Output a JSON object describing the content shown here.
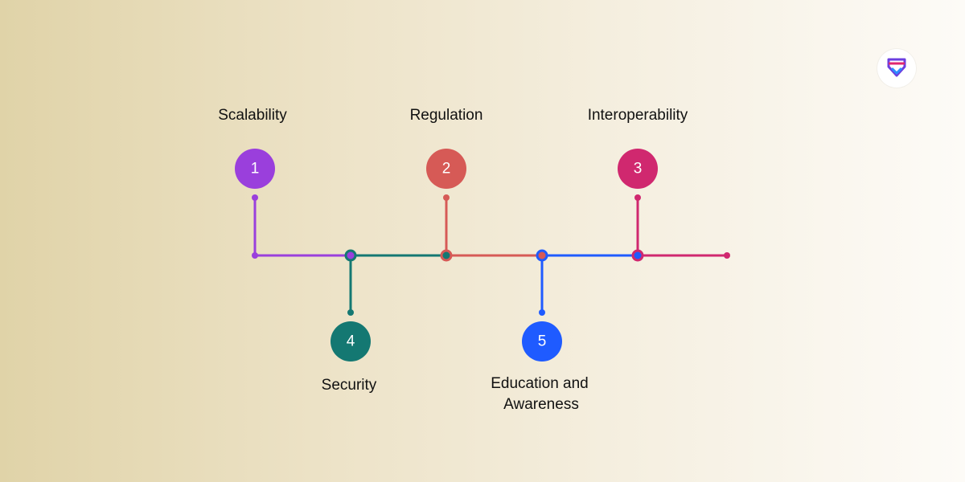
{
  "nodes": [
    {
      "number": "1",
      "label": "Scalability",
      "color": "#9a3fdc"
    },
    {
      "number": "2",
      "label": "Regulation",
      "color": "#d65a56"
    },
    {
      "number": "3",
      "label": "Interoperability",
      "color": "#d0286f"
    },
    {
      "number": "4",
      "label": "Security",
      "color": "#147872"
    },
    {
      "number": "5",
      "label_lines": [
        "Education and",
        "Awareness"
      ],
      "color": "#1f5bff"
    }
  ],
  "logo": {
    "icon": "shield-icon",
    "colors": [
      "#6b3fe0",
      "#e0286f",
      "#2d8cff"
    ]
  }
}
